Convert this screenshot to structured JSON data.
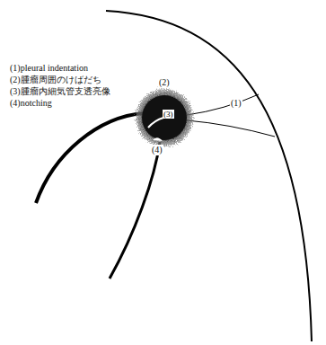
{
  "diagram": {
    "labels": [
      "(1)pleural indentation",
      "(2)腫瘤周囲のけばだち",
      "(3)腫瘤内細気管支透亮像",
      "(4)notching",
      "(1)",
      "(2)",
      "(3)",
      "(4)"
    ]
  }
}
